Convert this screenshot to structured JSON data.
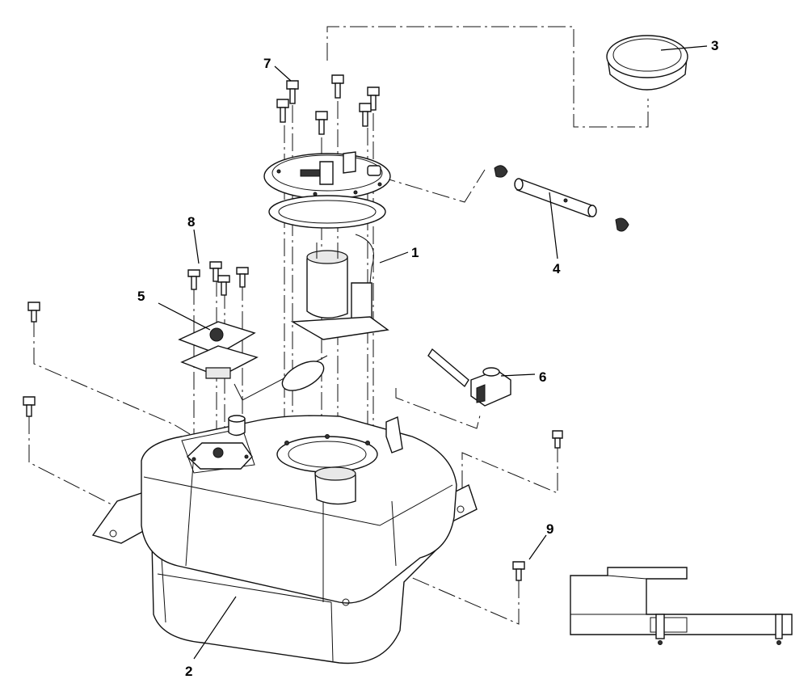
{
  "callouts": [
    {
      "id": "1",
      "label": "1"
    },
    {
      "id": "2",
      "label": "2"
    },
    {
      "id": "3",
      "label": "3"
    },
    {
      "id": "4",
      "label": "4"
    },
    {
      "id": "5",
      "label": "5"
    },
    {
      "id": "6",
      "label": "6"
    },
    {
      "id": "7",
      "label": "7"
    },
    {
      "id": "8",
      "label": "8"
    },
    {
      "id": "9",
      "label": "9"
    }
  ],
  "parts": [
    {
      "callout": "1",
      "icon": "fuel-pump-module-icon"
    },
    {
      "callout": "2",
      "icon": "fuel-tank-icon"
    },
    {
      "callout": "3",
      "icon": "tank-cap-icon"
    },
    {
      "callout": "4",
      "icon": "fuel-hose-icon"
    },
    {
      "callout": "5",
      "icon": "sender-gasket-icon"
    },
    {
      "callout": "6",
      "icon": "vent-valve-icon"
    },
    {
      "callout": "7",
      "icon": "pump-bolt-icon"
    },
    {
      "callout": "8",
      "icon": "sender-screw-icon"
    },
    {
      "callout": "9",
      "icon": "tank-mount-bolt-icon"
    }
  ]
}
